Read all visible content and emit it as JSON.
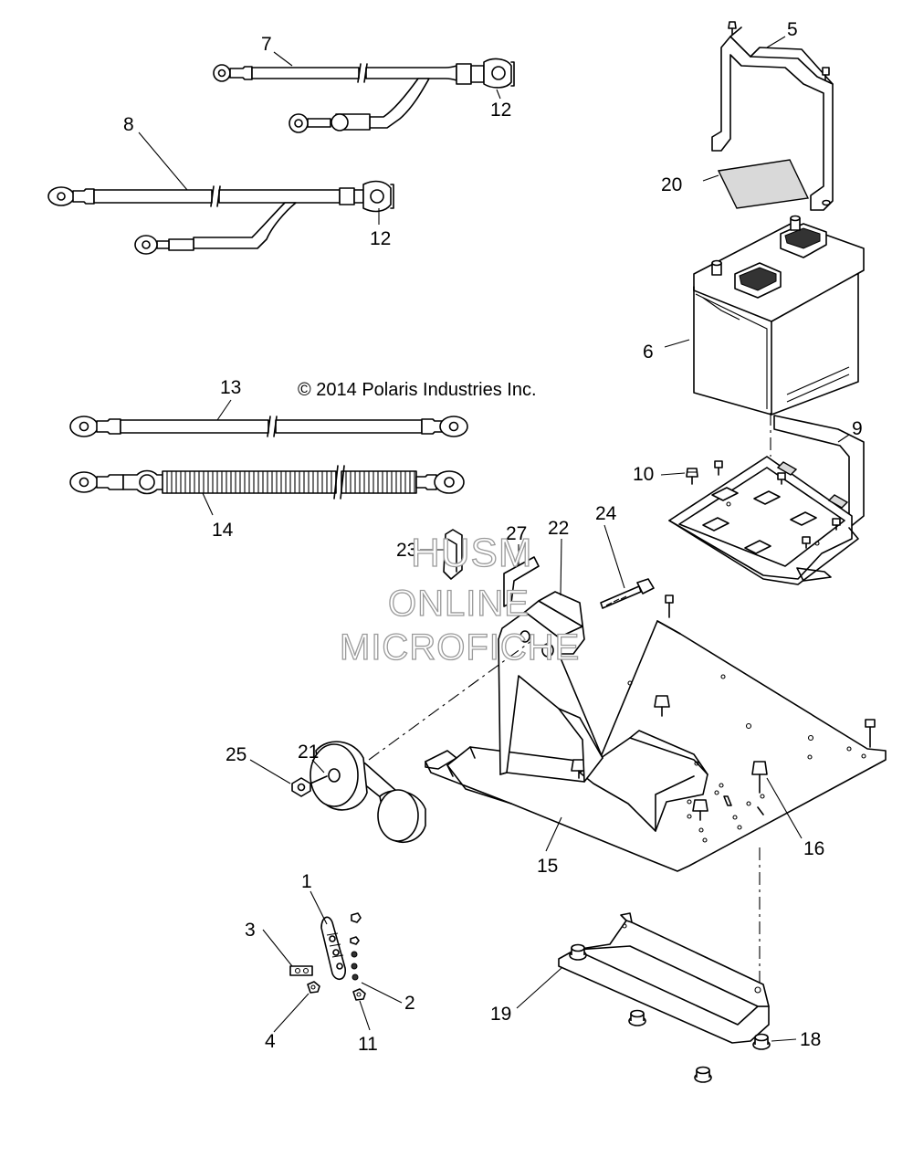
{
  "copyright": "© 2014 Polaris Industries Inc.",
  "watermark": {
    "line1": "HUSM",
    "line2": "ONLINE",
    "line3": "MICROFICHE"
  },
  "callouts": {
    "c1": "1",
    "c2": "2",
    "c3": "3",
    "c4": "4",
    "c5": "5",
    "c6": "6",
    "c7": "7",
    "c8": "8",
    "c9": "9",
    "c10": "10",
    "c11": "11",
    "c12a": "12",
    "c12b": "12",
    "c13": "13",
    "c14": "14",
    "c15": "15",
    "c16": "16",
    "c18": "18",
    "c19": "19",
    "c20": "20",
    "c21": "21",
    "c22": "22",
    "c23": "23",
    "c24": "24",
    "c25": "25",
    "c27": "27"
  }
}
